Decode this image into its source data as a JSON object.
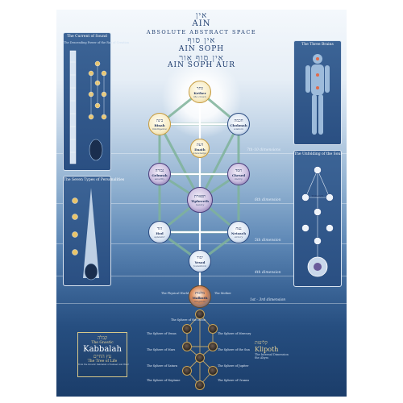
{
  "header": {
    "ain_hebrew": "אין",
    "ain": "AIN",
    "absolute": "ABSOLUTE ABSTRACT SPACE",
    "ain_soph_hebrew": "אין סוף",
    "ain_soph": "AIN SOPH",
    "ain_soph_aur_hebrew": "אין סוף אור",
    "ain_soph_aur": "AIN SOPH AUR"
  },
  "left_panels": {
    "sound_title": "The Current of Sound",
    "sound_sub": "The Descending Power of the Ray of Creation",
    "psyche_title": "The Seven Types of Personalities"
  },
  "right_panels": {
    "bodies_title": "The Three Brains",
    "soul_title": "The Unfolding of the Soul",
    "soul_node": "Tiphereth"
  },
  "dimensions": {
    "d1": "7th-10 dimensions",
    "d2": "6th dimension",
    "d3": "5th dimension",
    "d4": "4th dimension",
    "d5": "1st - 3rd dimension"
  },
  "sephiroth": {
    "kether": {
      "heb": "כתר",
      "name": "Kether",
      "sub": "the crown"
    },
    "binah": {
      "heb": "בינה",
      "name": "Binah",
      "sub": "intelligence"
    },
    "chokmah": {
      "heb": "חכמה",
      "name": "Chokmah",
      "sub": "wisdom"
    },
    "daath": {
      "heb": "דעת",
      "name": "Daath",
      "sub": "knowledge"
    },
    "geburah": {
      "heb": "גבורה",
      "name": "Geburah",
      "sub": "severity"
    },
    "chesed": {
      "heb": "חסד",
      "name": "Chesed",
      "sub": "mercy"
    },
    "tiphereth": {
      "heb": "תפארת",
      "name": "Tiphereth",
      "sub": "beauty"
    },
    "hod": {
      "heb": "הוד",
      "name": "Hod",
      "sub": "splendor"
    },
    "netzach": {
      "heb": "נצח",
      "name": "Netzach",
      "sub": "victory"
    },
    "yesod": {
      "heb": "יסוד",
      "name": "Yesod",
      "sub": "foundation"
    },
    "malkuth": {
      "heb": "מלכות",
      "name": "Malkuth",
      "sub": "kingdom"
    }
  },
  "malkuth_labels": {
    "left": "The Physical World",
    "right": "The Mother"
  },
  "kabbalah_box": {
    "heb1": "קבלה",
    "line1": "The Gnostic",
    "line2": "Kabbalah",
    "heb2": "עץ החיים",
    "line3": "The Tree of Life",
    "line4": "from the Gnostic Kabbalah of Samael Aun Weor"
  },
  "klipoth": {
    "heb": "קליפות",
    "title": "Klipoth",
    "sub1": "The Infernal Dimension",
    "sub2": "the Abyss"
  },
  "spheres": [
    "The Sphere of the Moon",
    "The Sphere of Mercury",
    "The Sphere of Venus",
    "The Sphere of the Sun",
    "The Sphere of Mars",
    "The Sphere of Jupiter",
    "The Sphere of Saturn",
    "The Sphere of Uranus",
    "The Sphere of Neptune"
  ],
  "colors": {
    "accent_gold": "#e0c27a",
    "deep_blue": "#1b3d6a",
    "path_green": "#6fa08a"
  }
}
